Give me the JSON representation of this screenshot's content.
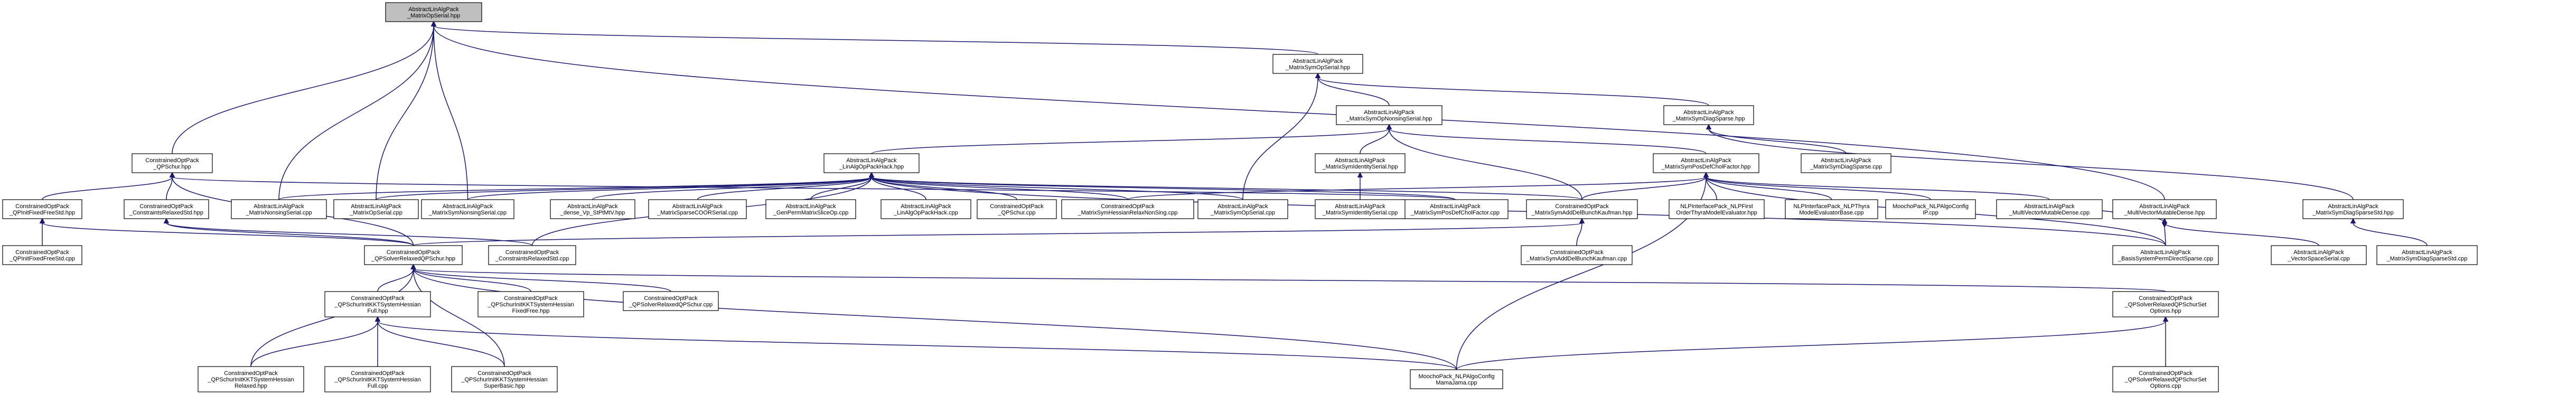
{
  "graph": {
    "edge_color": "#191970",
    "root_fill": "#bfbfbf",
    "node_fill": "#ffffff",
    "nodes": [
      {
        "id": "root",
        "lines": [
          "AbstractLinAlgPack",
          "_MatrixOpSerial.hpp"
        ],
        "root": true
      },
      {
        "id": "mpss_h",
        "lines": [
          "AbstractLinAlgPack",
          "_MatrixSymOpSerial.hpp"
        ]
      },
      {
        "id": "qpschur_h",
        "lines": [
          "ConstrainedOptPack",
          "_QPSchur.hpp"
        ]
      },
      {
        "id": "mvmd_h",
        "lines": [
          "AbstractLinAlgPack",
          "_MultiVectorMutableDense.hpp"
        ]
      },
      {
        "id": "msons_h",
        "lines": [
          "AbstractLinAlgPack",
          "_MatrixSymOpNonsingSerial.hpp"
        ]
      },
      {
        "id": "msds_h",
        "lines": [
          "AbstractLinAlgPack",
          "_MatrixSymDiagSparse.hpp"
        ]
      },
      {
        "id": "lapp_h",
        "lines": [
          "AbstractLinAlgPack",
          "_LinAlgOpPackHack.hpp"
        ]
      },
      {
        "id": "msis_h",
        "lines": [
          "AbstractLinAlgPack",
          "_MatrixSymIdentitySerial.hpp"
        ]
      },
      {
        "id": "mspd_h",
        "lines": [
          "AbstractLinAlgPack",
          "_MatrixSymPosDefCholFactor.hpp"
        ]
      },
      {
        "id": "msds_cpp",
        "lines": [
          "AbstractLinAlgPack",
          "_MatrixSymDiagSparse.cpp"
        ]
      },
      {
        "id": "msdss_h",
        "lines": [
          "AbstractLinAlgPack",
          "_MatrixSymDiagSparseStd.hpp"
        ]
      },
      {
        "id": "qpff_h",
        "lines": [
          "ConstrainedOptPack",
          "_QPInitFixedFreeStd.hpp"
        ]
      },
      {
        "id": "crs_h",
        "lines": [
          "ConstrainedOptPack",
          "_ConstraintsRelaxedStd.hpp"
        ]
      },
      {
        "id": "mns_cpp",
        "lines": [
          "AbstractLinAlgPack",
          "_MatrixNonsingSerial.cpp"
        ]
      },
      {
        "id": "mos_cpp",
        "lines": [
          "AbstractLinAlgPack",
          "_MatrixOpSerial.cpp"
        ]
      },
      {
        "id": "msns_cpp",
        "lines": [
          "AbstractLinAlgPack",
          "_MatrixSymNonsingSerial.cpp"
        ]
      },
      {
        "id": "dvsy_h",
        "lines": [
          "AbstractLinAlgPack",
          "_dense_Vp_StPtMtV.hpp"
        ]
      },
      {
        "id": "mscoor_cpp",
        "lines": [
          "AbstractLinAlgPack",
          "_MatrixSparseCOORSerial.cpp"
        ]
      },
      {
        "id": "gpms_cpp",
        "lines": [
          "AbstractLinAlgPack",
          "_GenPermMatrixSliceOp.cpp"
        ]
      },
      {
        "id": "lapp_cpp",
        "lines": [
          "AbstractLinAlgPack",
          "_LinAlgOpPackHack.cpp"
        ]
      },
      {
        "id": "qpschur_cpp",
        "lines": [
          "ConstrainedOptPack",
          "_QPSchur.cpp"
        ]
      },
      {
        "id": "mshrns_cpp",
        "lines": [
          "ConstrainedOptPack",
          "_MatrixSymHessianRelaxNonSing.cpp"
        ]
      },
      {
        "id": "mpss_cpp",
        "lines": [
          "AbstractLinAlgPack",
          "_MatrixSymOpSerial.cpp"
        ]
      },
      {
        "id": "mspd_cpp",
        "lines": [
          "AbstractLinAlgPack",
          "_MatrixSymPosDefCholFactor.cpp"
        ]
      },
      {
        "id": "msadbk_h",
        "lines": [
          "ConstrainedOptPack",
          "_MatrixSymAddDelBunchKaufman.hpp"
        ]
      },
      {
        "id": "nlpfo_h",
        "lines": [
          "NLPInterfacePack_NLPFirst",
          "OrderThyraModelEvaluator.hpp"
        ]
      },
      {
        "id": "nlpme_cpp",
        "lines": [
          "NLPInterfacePack_NLPThyra",
          "ModelEvaluatorBase.cpp"
        ]
      },
      {
        "id": "moochocfg_cpp",
        "lines": [
          "MoochoPack_NLPAlgoConfig",
          "IP.cpp"
        ]
      },
      {
        "id": "mvmd_cpp",
        "lines": [
          "AbstractLinAlgPack",
          "_MultiVectorMutableDense.cpp"
        ]
      },
      {
        "id": "bspds_cpp",
        "lines": [
          "AbstractLinAlgPack",
          "_BasisSystemPermDirectSparse.cpp"
        ]
      },
      {
        "id": "vss_cpp",
        "lines": [
          "AbstractLinAlgPack",
          "_VectorSpaceSerial.cpp"
        ]
      },
      {
        "id": "msdss_cpp",
        "lines": [
          "AbstractLinAlgPack",
          "_MatrixSymDiagSparseStd.cpp"
        ]
      },
      {
        "id": "msis_cpp",
        "lines": [
          "AbstractLinAlgPack",
          "_MatrixSymIdentitySerial.cpp"
        ]
      },
      {
        "id": "qpff_cpp",
        "lines": [
          "ConstrainedOptPack",
          "_QPInitFixedFreeStd.cpp"
        ]
      },
      {
        "id": "qpsrs_h",
        "lines": [
          "ConstrainedOptPack",
          "_QPSolverRelaxedQPSchur.hpp"
        ]
      },
      {
        "id": "crs_cpp",
        "lines": [
          "ConstrainedOptPack",
          "_ConstraintsRelaxedStd.cpp"
        ]
      },
      {
        "id": "msadbk_cpp",
        "lines": [
          "ConstrainedOptPack",
          "_MatrixSymAddDelBunchKaufman.cpp"
        ]
      },
      {
        "id": "kktfull_h",
        "lines": [
          "ConstrainedOptPack",
          "_QPSchurInitKKTSystemHessian",
          "Full.hpp"
        ]
      },
      {
        "id": "kktff_h",
        "lines": [
          "ConstrainedOptPack",
          "_QPSchurInitKKTSystemHessian",
          "FixedFree.hpp"
        ]
      },
      {
        "id": "qpsrs_cpp",
        "lines": [
          "ConstrainedOptPack",
          "_QPSolverRelaxedQPSchur.cpp"
        ]
      },
      {
        "id": "qpsso_h",
        "lines": [
          "ConstrainedOptPack",
          "_QPSolverRelaxedQPSchurSet",
          "Options.hpp"
        ]
      },
      {
        "id": "kktrel_h",
        "lines": [
          "ConstrainedOptPack",
          "_QPSchurInitKKTSystemHessian",
          "Relaxed.hpp"
        ]
      },
      {
        "id": "kktfull_cpp",
        "lines": [
          "ConstrainedOptPack",
          "_QPSchurInitKKTSystemHessian",
          "Full.cpp"
        ]
      },
      {
        "id": "kktsb_h",
        "lines": [
          "ConstrainedOptPack",
          "_QPSchurInitKKTSystemHessian",
          "SuperBasic.hpp"
        ]
      },
      {
        "id": "moochocfgmama_cpp",
        "lines": [
          "MoochoPack_NLPAlgoConfig",
          "MamaJama.cpp"
        ]
      },
      {
        "id": "qpsso_cpp",
        "lines": [
          "ConstrainedOptPack",
          "_QPSolverRelaxedQPSchurSet",
          "Options.cpp"
        ]
      }
    ]
  }
}
